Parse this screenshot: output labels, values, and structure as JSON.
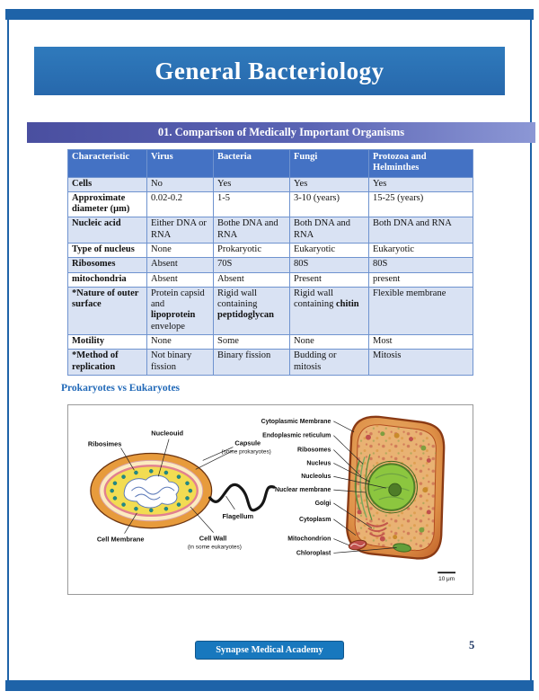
{
  "page": {
    "title": "General Bacteriology",
    "section_title": "01. Comparison of Medically Important Organisms",
    "subheading": "Prokaryotes vs Eukaryotes",
    "footer": {
      "academy": "Synapse Medical Academy",
      "page_number": "5"
    }
  },
  "colors": {
    "banner_blue": "#2B74B8",
    "section_bar_indigo": "#4F55A9",
    "table_header_blue": "#4472C4",
    "row_shade": "#D9E2F3",
    "footer_button_blue": "#1878BE"
  },
  "table": {
    "headers": [
      "Characteristic",
      "Virus",
      "Bacteria",
      "Fungi",
      "Protozoa and Helminthes"
    ],
    "rows": {
      "cells": [
        "Cells",
        "No",
        "Yes",
        "Yes",
        "Yes"
      ],
      "diameter": [
        "Approximate diameter (μm)",
        "0.02-0.2",
        "1-5",
        "3-10 (years)",
        "15-25 (years)"
      ],
      "nucleic_acid": [
        "Nucleic acid",
        "Either DNA or RNA",
        "Bothe DNA and RNA",
        "Both DNA and RNA",
        "Both DNA and RNA"
      ],
      "type_of_nucleus": [
        "Type of nucleus",
        "None",
        "Prokaryotic",
        "Eukaryotic",
        "Eukaryotic"
      ],
      "ribosomes": [
        "Ribosomes",
        "Absent",
        "70S",
        "80S",
        "80S"
      ],
      "mitochondria": [
        "mitochondria",
        "Absent",
        "Absent",
        "Present",
        "present"
      ],
      "outer_surface": {
        "label": "*Nature of outer surface",
        "virus": {
          "pre": "Protein capsid and ",
          "bold": "lipoprotein",
          "post": " envelope"
        },
        "bacteria": {
          "pre": "Rigid wall containing ",
          "bold": "peptidoglycan"
        },
        "fungi": {
          "pre": "Rigid wall containing ",
          "bold": "chitin"
        },
        "protozoa": "Flexible membrane"
      },
      "motility": [
        "Motility",
        "None",
        "Some",
        "None",
        "Most"
      ],
      "replication": [
        "*Method of replication",
        "Not binary fission",
        "Binary fission",
        "Budding or mitosis",
        "Mitosis"
      ]
    }
  },
  "diagram": {
    "prokaryote": {
      "ribosomes_label": "Ribosimes",
      "nucleoid_label": "Nucleouid",
      "capsule_label": "Capsule",
      "capsule_sub": "(some prokaryotes)",
      "flagellum_label": "Flagellum",
      "cell_membrane_label": "Cell Membrane",
      "cell_wall_label": "Cell Wall",
      "cell_wall_sub": "(in some eukaryotes)"
    },
    "eukaryote": {
      "labels": [
        "Cytoplasmic Membrane",
        "Endoplasmic reticulum",
        "Ribosomes",
        "Nucleus",
        "Nucleolus",
        "Nuclear membrane",
        "Golgi",
        "Cytoplasm",
        "Mitochondrion",
        "Chloroplast"
      ],
      "scale": "10 μm"
    }
  }
}
